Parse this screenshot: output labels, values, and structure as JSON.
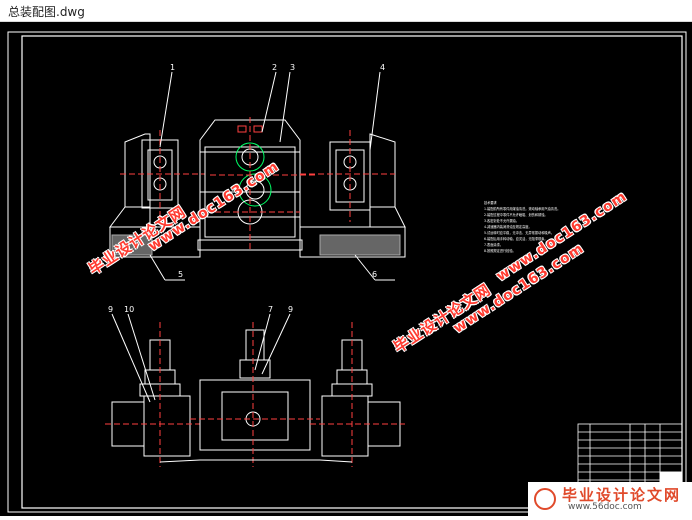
{
  "window": {
    "title": "总装配图.dwg"
  },
  "drawing": {
    "part_labels": [
      "1",
      "2",
      "3",
      "4",
      "5",
      "6",
      "7",
      "9",
      "9",
      "10"
    ],
    "tech_notes": [
      "技术要求",
      "1.装配前所有零件用煤油清洗，滚动轴承用汽油清洗。",
      "2.装配过程中零件不允许磕碰、划伤和锈蚀。",
      "3.各密封处不允许漏油。",
      "4.减速器内装润滑油至规定高度。",
      "5.试运转时应平稳，无冲击、无异常振动和噪声。",
      "6.装配后用手转动轴，应灵活，无阻滞现象。",
      "7.表面涂漆。",
      "8.按照规定进行检验。"
    ]
  },
  "watermarks": {
    "cn": "毕业设计论文网",
    "url": "www.doc163.com"
  },
  "footer_brand": {
    "cn": "毕业设计论文网",
    "url": "www.56doc.com"
  }
}
